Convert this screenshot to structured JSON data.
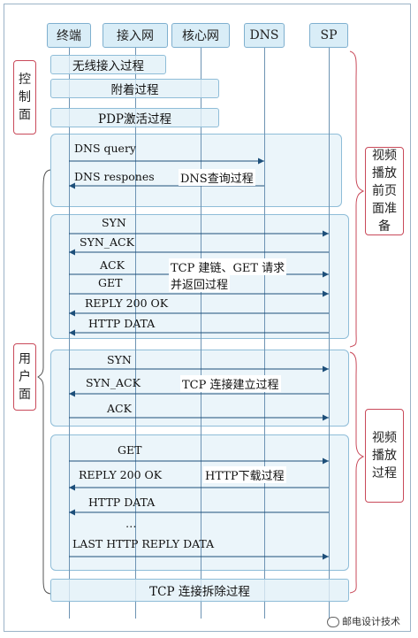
{
  "participants": [
    "终端",
    "接入网",
    "核心网",
    "DNS",
    "SP"
  ],
  "side_labels": {
    "control_plane": "控制面",
    "user_plane": "用户面",
    "prep": "视频播放前页面准备",
    "play": "视频播放过程"
  },
  "steps": {
    "wireless_access": "无线接入过程",
    "attach": "附着过程",
    "pdp": "PDP激活过程",
    "teardown": "TCP 连接拆除过程"
  },
  "notes": {
    "dns": "DNS查询过程",
    "tcp_get_1": "TCP 建链、GET 请求",
    "tcp_get_2": "并返回过程",
    "tcp_setup": "TCP 连接建立过程",
    "http_download": "HTTP下载过程"
  },
  "messages": {
    "dns_query": "DNS query",
    "dns_respones": "DNS respones",
    "syn1": "SYN",
    "syn_ack1": "SYN_ACK",
    "ack1": "ACK",
    "get1": "GET",
    "reply1": "REPLY 200 OK",
    "http_data1": "HTTP DATA",
    "syn2": "SYN",
    "syn_ack2": "SYN_ACK",
    "ack2": "ACK",
    "get2": "GET",
    "reply2": "REPLY 200 OK",
    "http_data2": "HTTP DATA",
    "ellipsis": "…",
    "last_http": "LAST HTTP REPLY DATA"
  },
  "watermark": "邮电设计技术"
}
